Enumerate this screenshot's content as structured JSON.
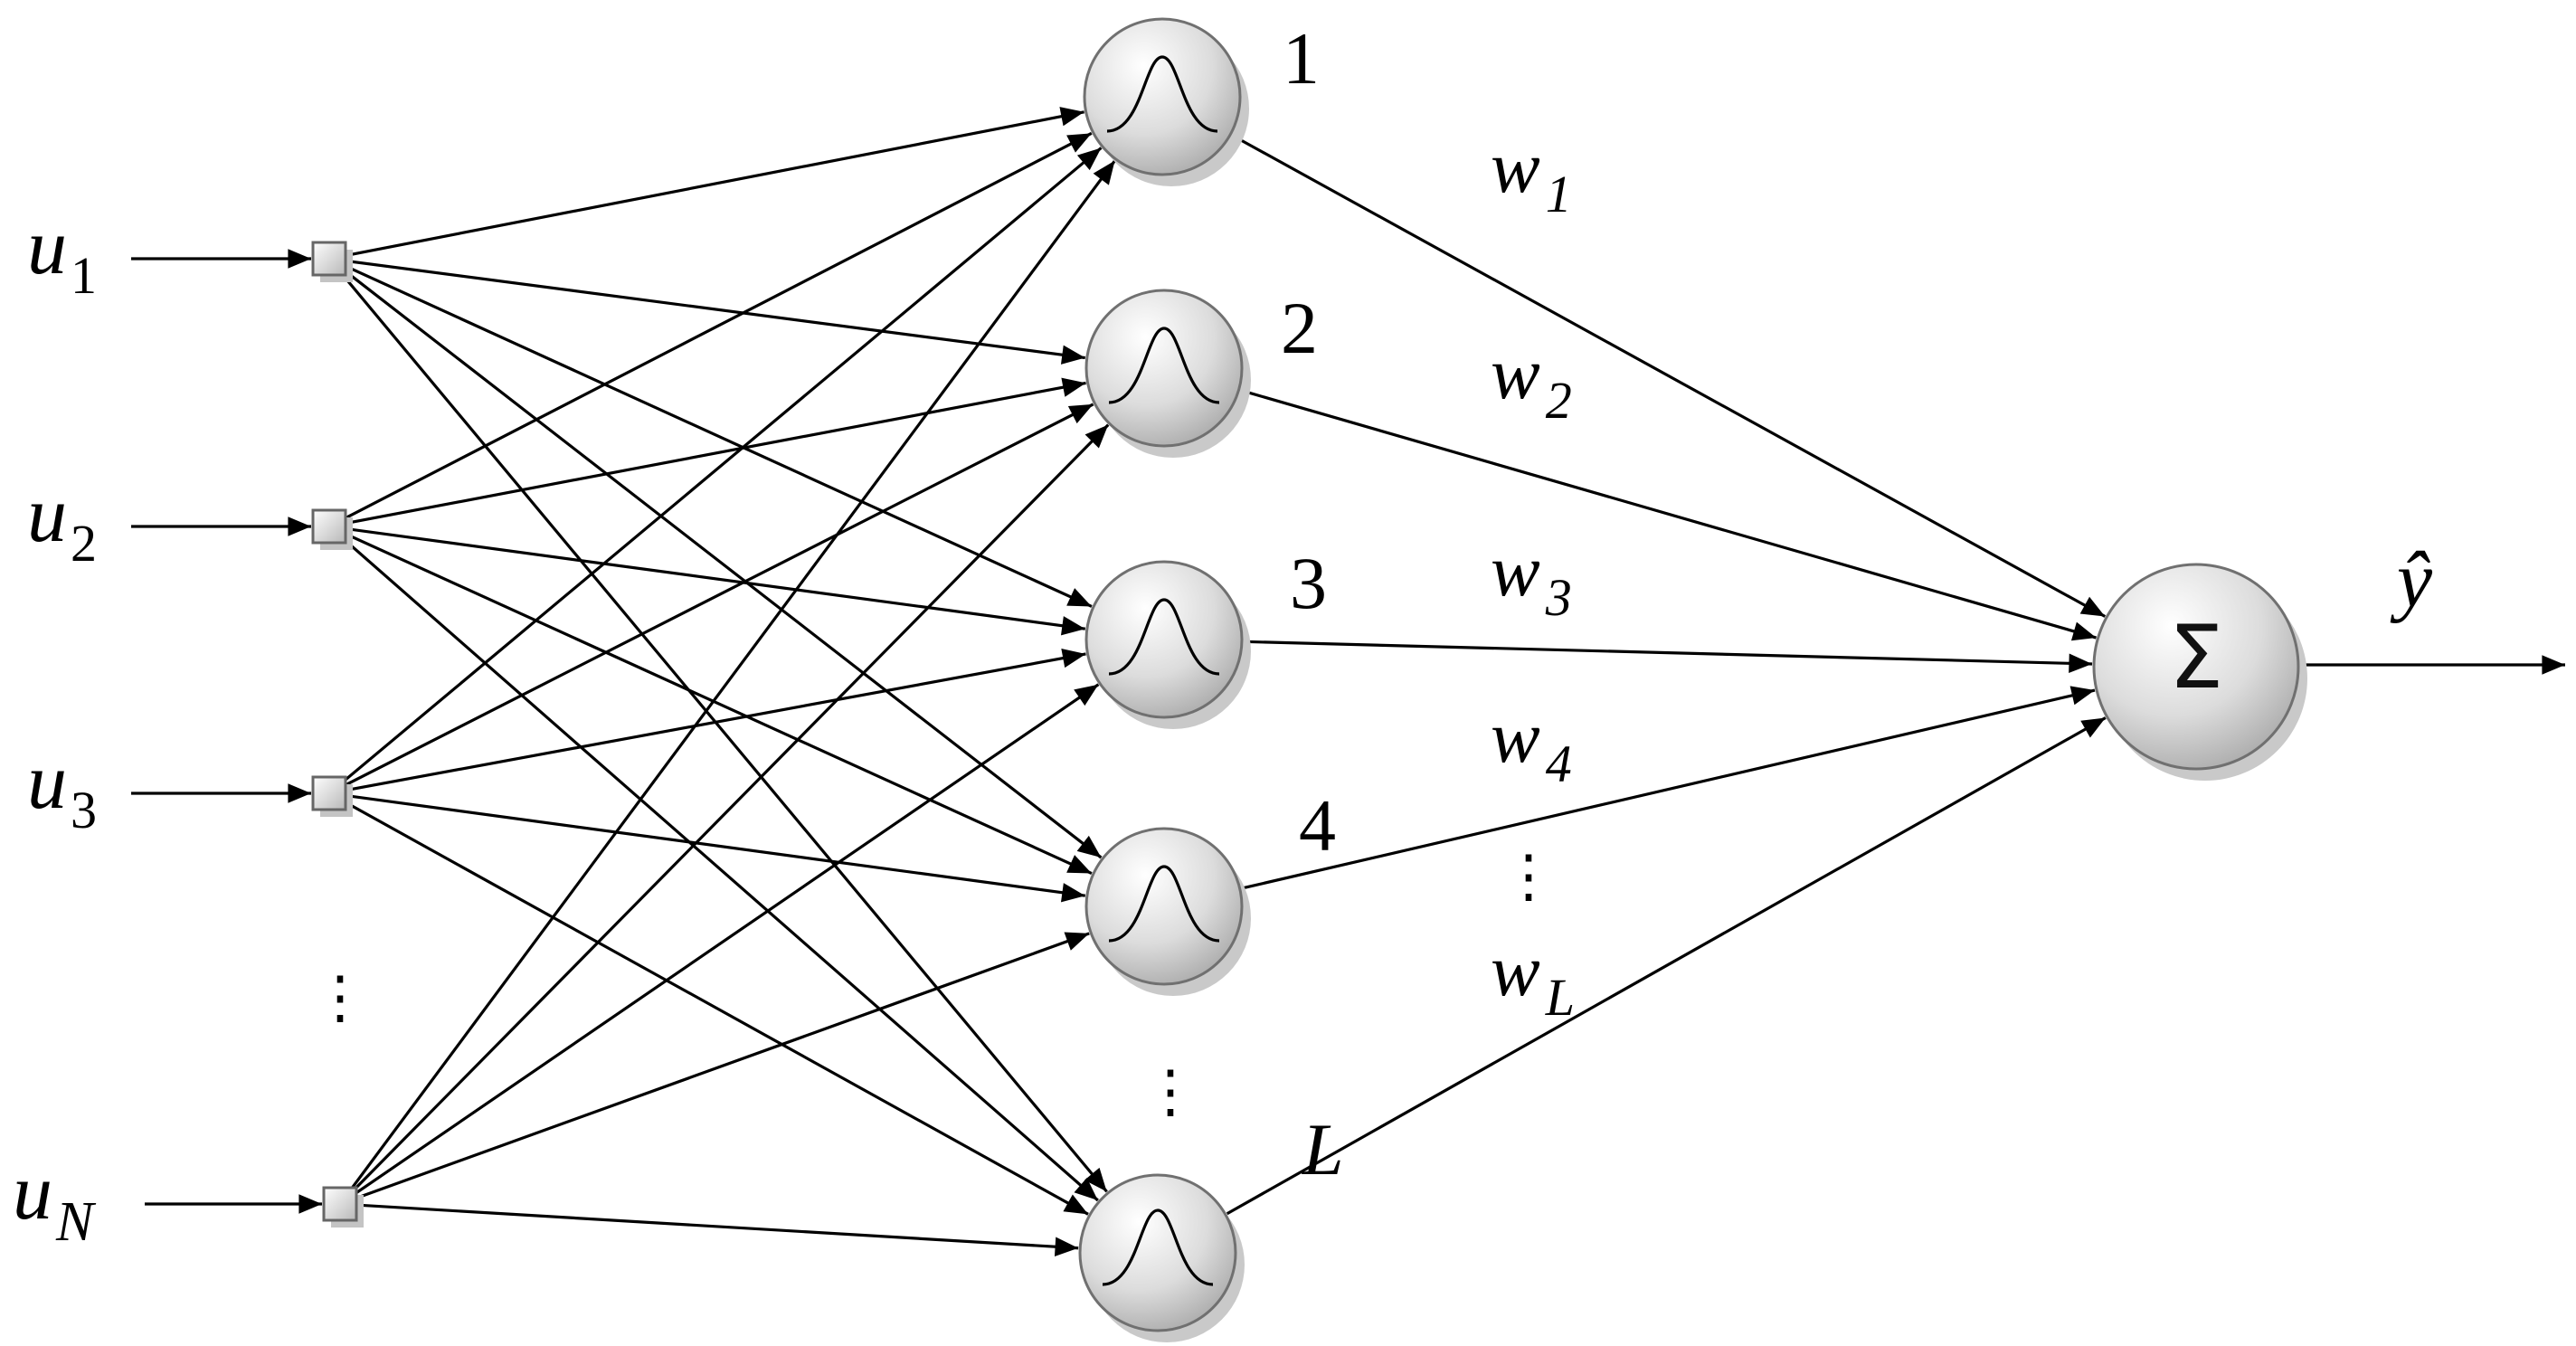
{
  "inputs": [
    {
      "base": "u",
      "sub": "1"
    },
    {
      "base": "u",
      "sub": "2"
    },
    {
      "base": "u",
      "sub": "3"
    },
    {
      "base": "u",
      "sub": "N"
    }
  ],
  "hidden_labels": [
    "1",
    "2",
    "3",
    "4",
    "L"
  ],
  "weights": [
    {
      "base": "w",
      "sub": "1"
    },
    {
      "base": "w",
      "sub": "2"
    },
    {
      "base": "w",
      "sub": "3"
    },
    {
      "base": "w",
      "sub": "4"
    },
    {
      "base": "w",
      "sub": "L"
    }
  ],
  "ellipsis": "⋮",
  "sum_symbol": "Σ",
  "output_label": "ŷ",
  "colors": {
    "line": "#000000",
    "node_light": "#ffffff",
    "node_dark": "#a8a8a8",
    "node_stroke": "#707070",
    "shadow": "#c9c9c9"
  }
}
